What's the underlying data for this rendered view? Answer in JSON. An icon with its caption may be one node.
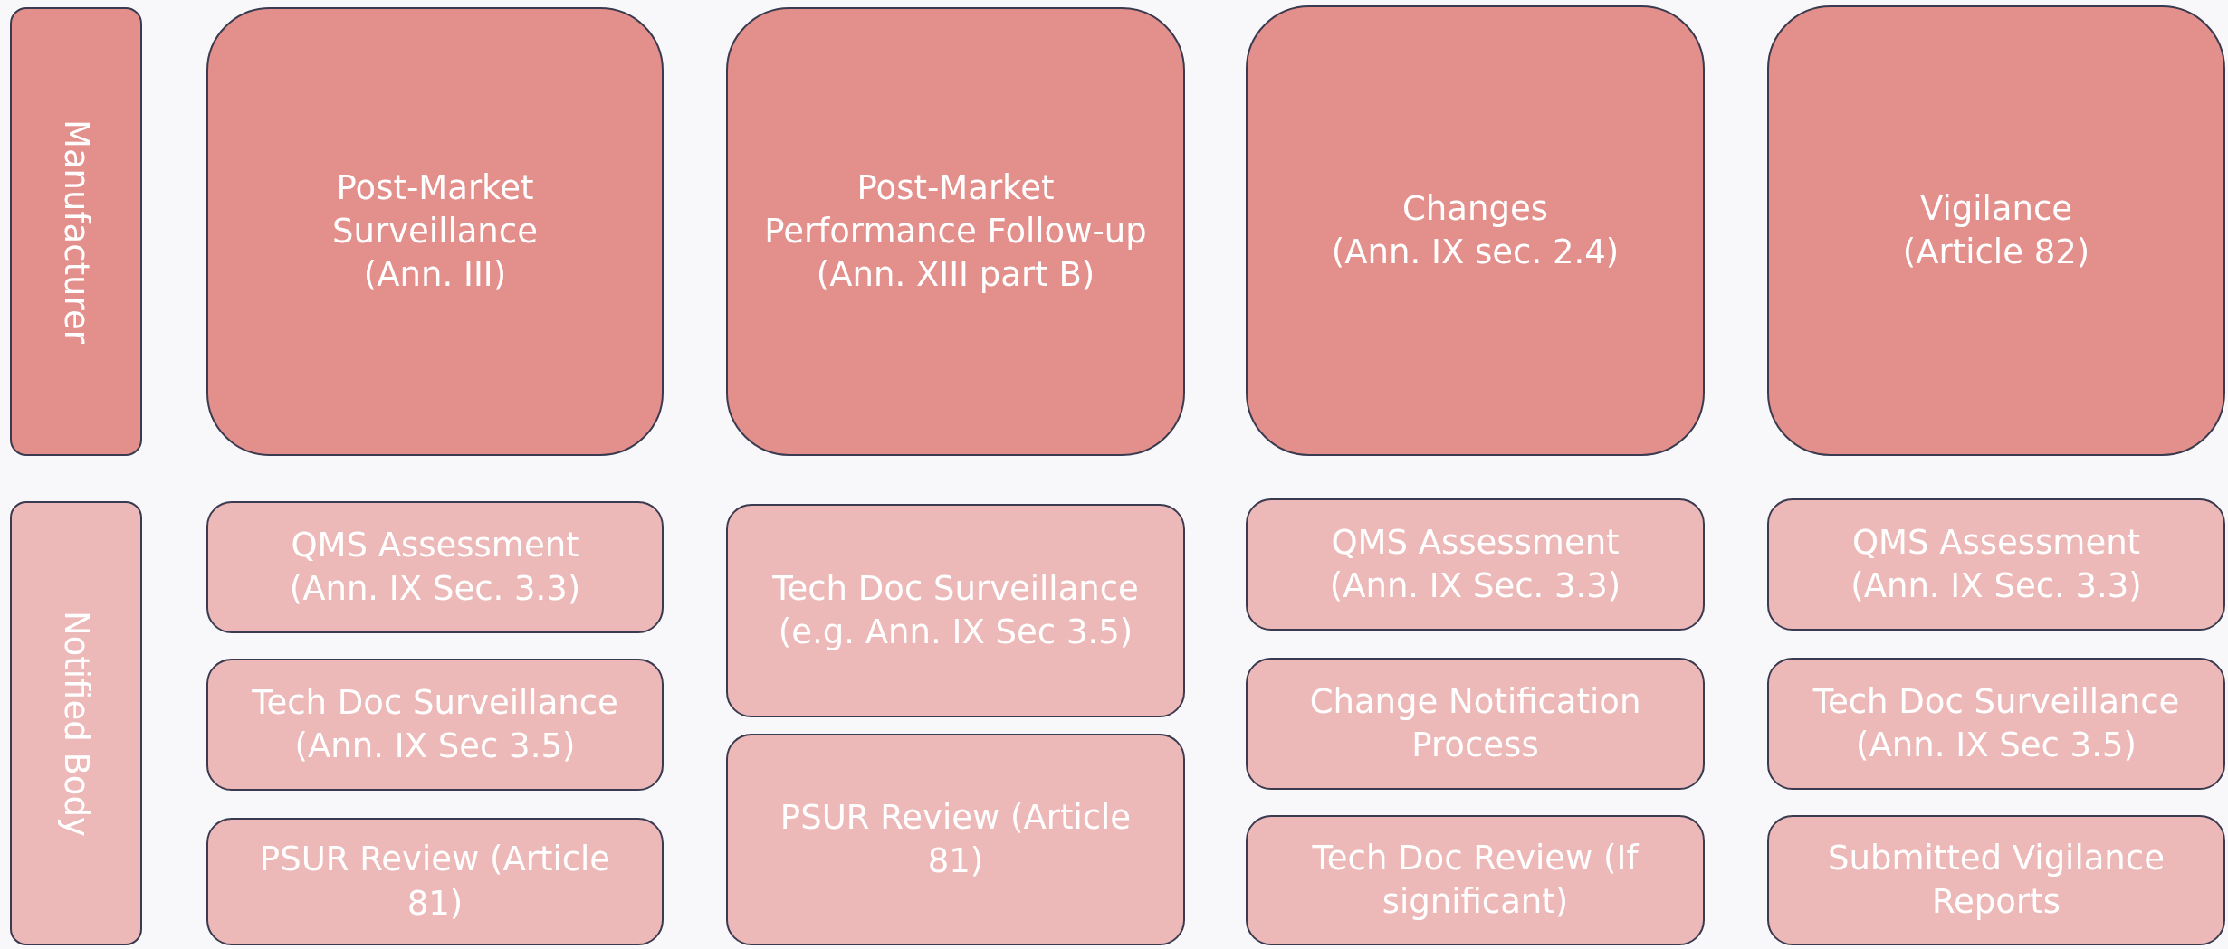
{
  "diagram": {
    "nodes": [
      {
        "text": [
          "Manufacturer"
        ]
      },
      {
        "text": [
          "Notified Body"
        ]
      },
      {
        "text": [
          "Post-Market Surveillance",
          "(Ann. III)"
        ]
      },
      {
        "text": [
          "Post-Market Performance Follow-up",
          "(Ann. XIII part B)"
        ]
      },
      {
        "text": [
          "Changes",
          "(Ann. IX sec. 2.4)"
        ]
      },
      {
        "text": [
          "Vigilance",
          "(Article 82)"
        ]
      },
      {
        "text": [
          "QMS Assessment",
          "(Ann. IX Sec. 3.3)"
        ]
      },
      {
        "text": [
          "Tech Doc Surveillance",
          "(Ann. IX Sec 3.5)"
        ]
      },
      {
        "text": [
          "PSUR Review (Article 81)"
        ]
      },
      {
        "text": [
          "Tech Doc Surveillance",
          "(e.g. Ann. IX Sec 3.5)"
        ]
      },
      {
        "text": [
          "PSUR Review (Article 81)"
        ]
      },
      {
        "text": [
          "QMS Assessment",
          "(Ann. IX Sec. 3.3)"
        ]
      },
      {
        "text": [
          "Change Notification Process"
        ]
      },
      {
        "text": [
          "Tech Doc Review (If significant)"
        ]
      },
      {
        "text": [
          "QMS Assessment",
          "(Ann. IX Sec. 3.3)"
        ]
      },
      {
        "text": [
          "Tech Doc Surveillance",
          "(Ann. IX Sec 3.5)"
        ]
      },
      {
        "text": [
          "Submitted Vigilance Reports"
        ]
      }
    ]
  }
}
